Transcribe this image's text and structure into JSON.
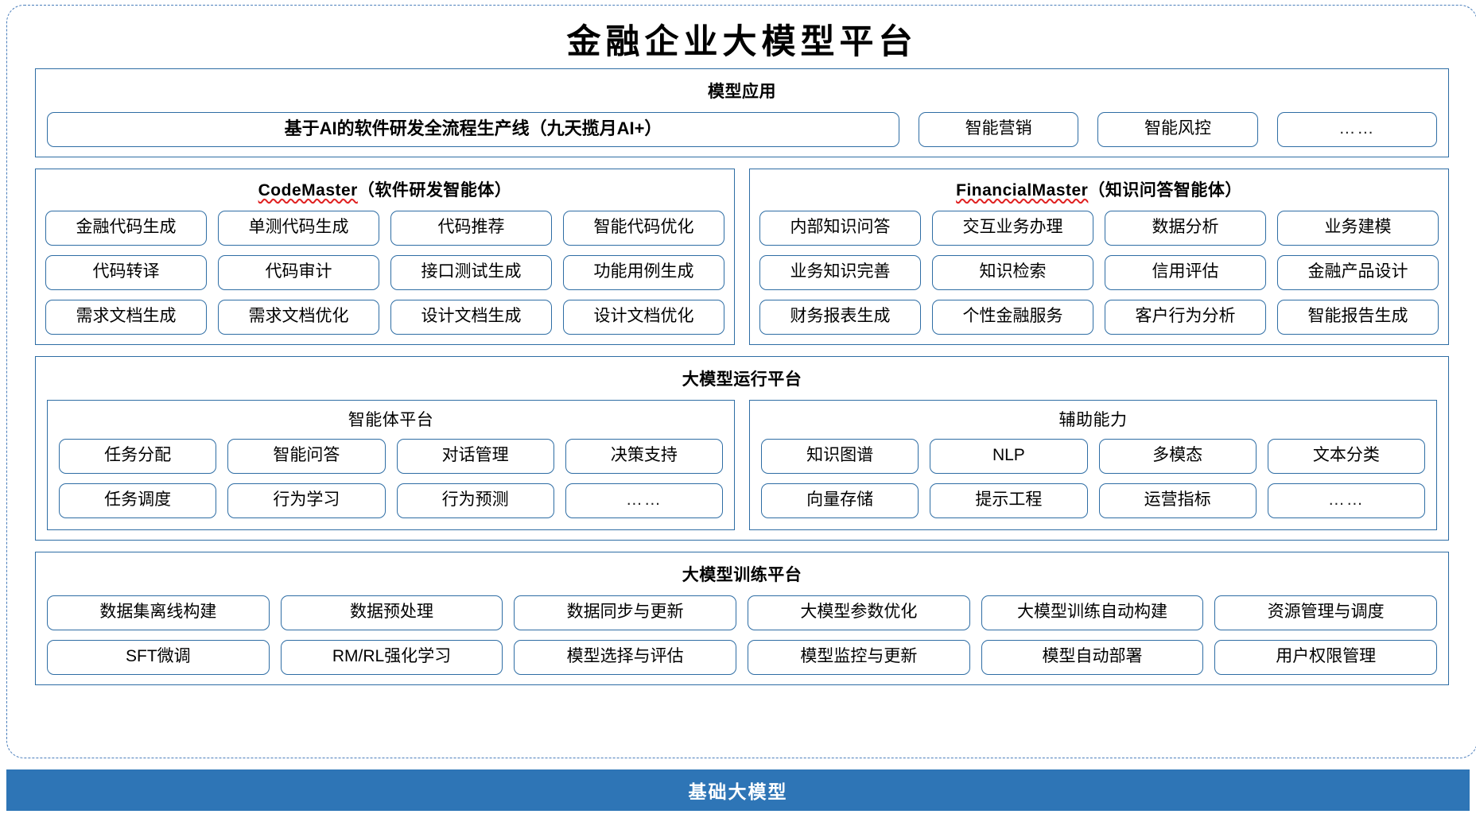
{
  "title": "金融企业大模型平台",
  "sections": {
    "model_application": {
      "title": "模型应用",
      "items": [
        "基于AI的软件研发全流程生产线（九天揽月AI+）",
        "智能营销",
        "智能风控",
        "……"
      ]
    },
    "code_master": {
      "title_en": "CodeMaster",
      "title_cn": "（软件研发智能体）",
      "rows": [
        [
          "金融代码生成",
          "单测代码生成",
          "代码推荐",
          "智能代码优化"
        ],
        [
          "代码转译",
          "代码审计",
          "接口测试生成",
          "功能用例生成"
        ],
        [
          "需求文档生成",
          "需求文档优化",
          "设计文档生成",
          "设计文档优化"
        ]
      ]
    },
    "financial_master": {
      "title_en": "FinancialMaster",
      "title_cn": "（知识问答智能体）",
      "rows": [
        [
          "内部知识问答",
          "交互业务办理",
          "数据分析",
          "业务建模"
        ],
        [
          "业务知识完善",
          "知识检索",
          "信用评估",
          "金融产品设计"
        ],
        [
          "财务报表生成",
          "个性金融服务",
          "客户行为分析",
          "智能报告生成"
        ]
      ]
    },
    "run_platform": {
      "title": "大模型运行平台",
      "agent_platform": {
        "title": "智能体平台",
        "rows": [
          [
            "任务分配",
            "智能问答",
            "对话管理",
            "决策支持"
          ],
          [
            "任务调度",
            "行为学习",
            "行为预测",
            "……"
          ]
        ]
      },
      "support_capability": {
        "title": "辅助能力",
        "rows": [
          [
            "知识图谱",
            "NLP",
            "多模态",
            "文本分类"
          ],
          [
            "向量存储",
            "提示工程",
            "运营指标",
            "……"
          ]
        ]
      }
    },
    "train_platform": {
      "title": "大模型训练平台",
      "rows": [
        [
          "数据集离线构建",
          "数据预处理",
          "数据同步与更新",
          "大模型参数优化",
          "大模型训练自动构建",
          "资源管理与调度"
        ],
        [
          "SFT微调",
          "RM/RL强化学习",
          "模型选择与评估",
          "模型监控与更新",
          "模型自动部署",
          "用户权限管理"
        ]
      ]
    },
    "base_model": {
      "title": "基础大模型"
    }
  },
  "colors": {
    "border_blue": "#2E6DA4",
    "dashed_blue": "#4A7EBB",
    "base_bar_blue": "#2E75B6",
    "spellcheck_red": "#e02020"
  }
}
